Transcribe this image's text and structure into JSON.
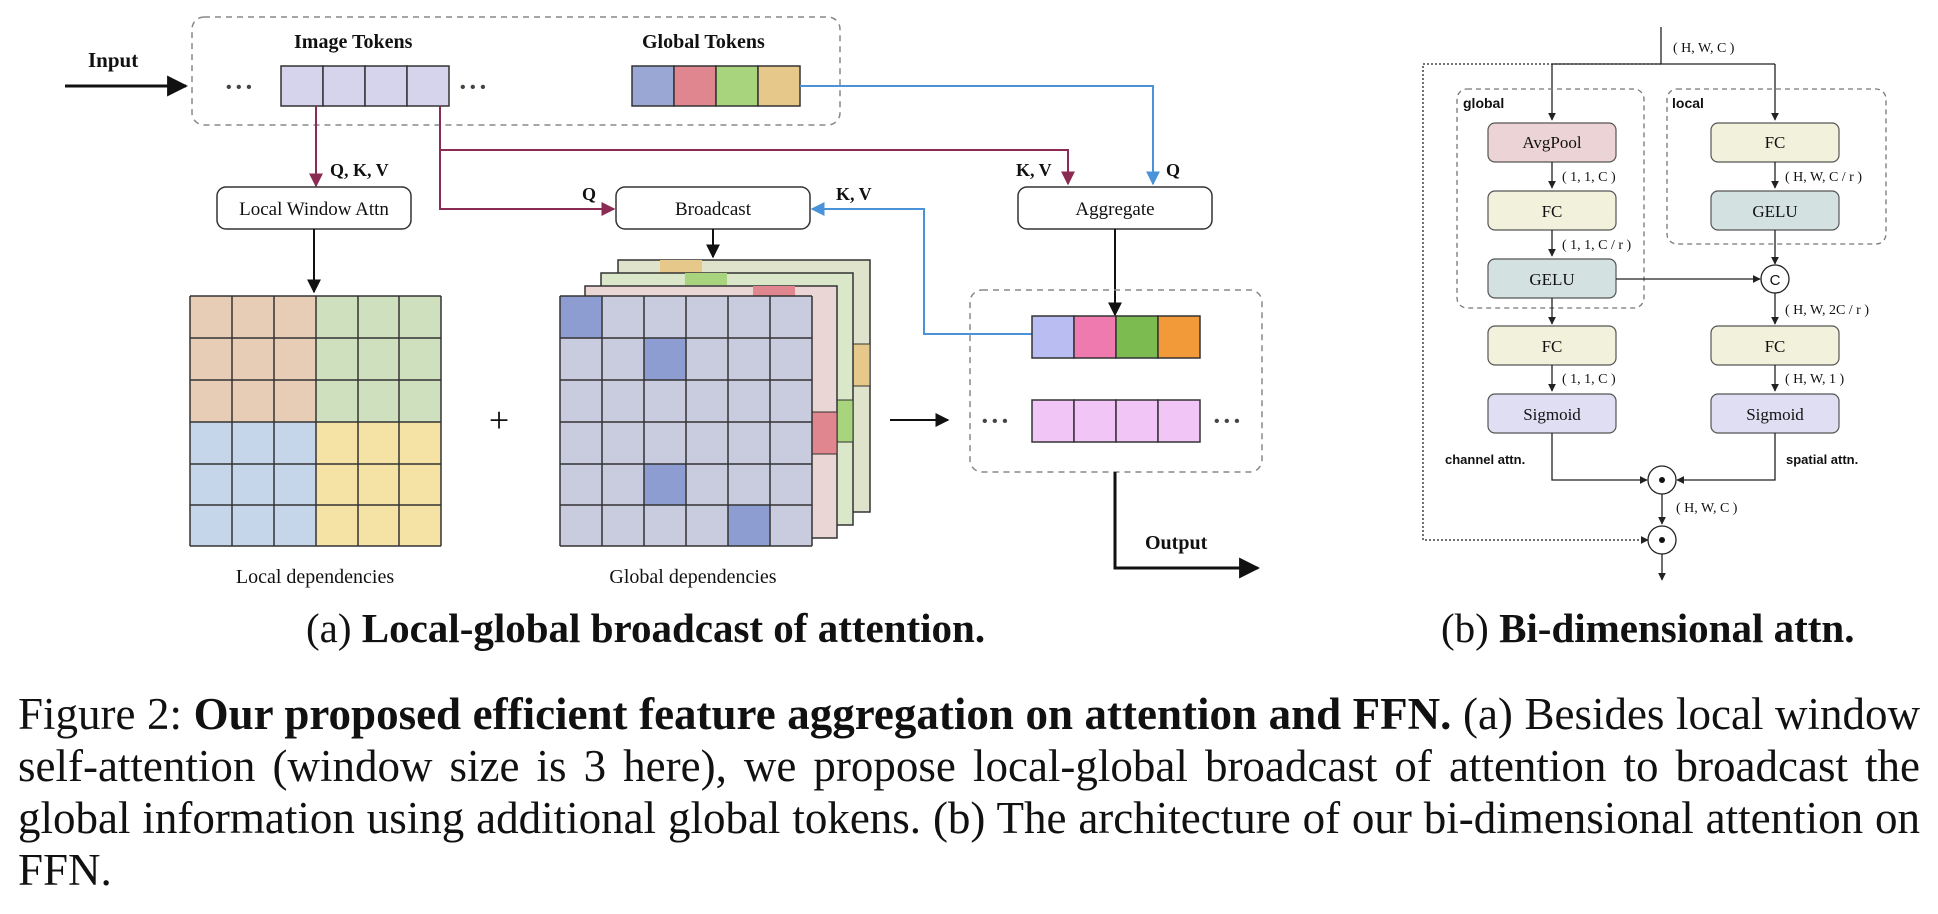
{
  "left_panel": {
    "input_label": "Input",
    "image_tokens_label": "Image Tokens",
    "global_tokens_label": "Global Tokens",
    "ellipsis": "• • •",
    "qkv_label": "Q, K, V",
    "q_label_broadcast": "Q",
    "kv_label_broadcast": "K, V",
    "kv_label_aggregate": "K, V",
    "q_label_aggregate": "Q",
    "local_window_attn": "Local Window Attn",
    "broadcast": "Broadcast",
    "aggregate": "Aggregate",
    "plus": "+",
    "output_label": "Output",
    "local_dependencies": "Local dependencies",
    "global_dependencies": "Global dependencies",
    "global_token_colors": [
      "#9aa7d4",
      "#e0868e",
      "#a9d47e",
      "#e6c98a"
    ],
    "aggregated_token_colors": [
      "#b9bdf2",
      "#ee7ab0",
      "#7cbb4f",
      "#f29a3a"
    ]
  },
  "right_panel": {
    "input_shape": "( H, W, C )",
    "global_group": "global",
    "local_group": "local",
    "avgpool": "AvgPool",
    "fc": "FC",
    "gelu": "GELU",
    "sigmoid": "Sigmoid",
    "shape_11c": "( 1, 1, C )",
    "shape_11cr": "( 1, 1, C / r )",
    "shape_11c_2": "( 1, 1, C )",
    "shape_hwcr": "( H, W, C / r )",
    "shape_hw2cr": "( H, W, 2C / r )",
    "shape_hw1": "( H, W, 1 )",
    "shape_hwc": "( H, W, C )",
    "concat": "C",
    "channel_attn": "channel attn.",
    "spatial_attn": "spatial attn."
  },
  "captions": {
    "sub_a_prefix": "(a) ",
    "sub_a_bold": "Local-global broadcast of attention.",
    "sub_b_prefix": "(b) ",
    "sub_b_bold": "Bi-dimensional attn.",
    "figure_prefix": "Figure 2: ",
    "figure_bold": "Our proposed efficient feature aggregation on attention and FFN.",
    "figure_text": " (a) Besides local window self-attention (window size is 3 here), we propose local-global broadcast of attention to broadcast the global information using additional global tokens.  (b) The architecture of our bi-dimensional attention on FFN."
  }
}
